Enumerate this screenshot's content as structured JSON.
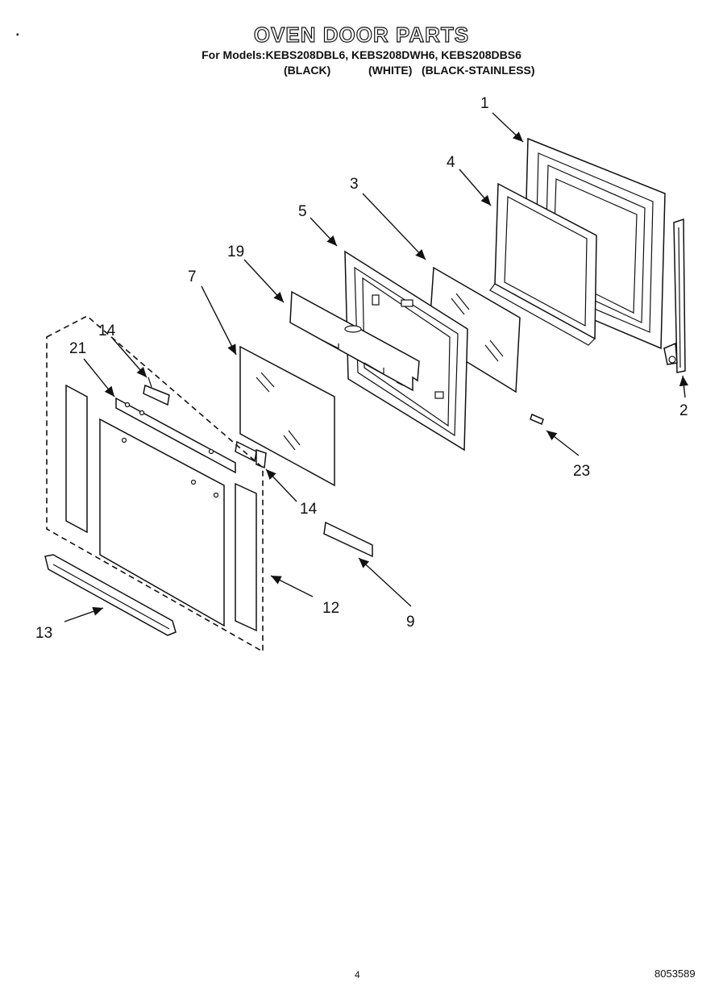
{
  "header": {
    "title": "OVEN DOOR PARTS",
    "models_line": "For Models:KEBS208DBL6, KEBS208DWH6, KEBS208DBS6",
    "color_black": "(BLACK)",
    "color_white": "(WHITE)",
    "color_black_stainless": "(BLACK-STAINLESS)"
  },
  "callouts": {
    "c1": "1",
    "c2": "2",
    "c3": "3",
    "c4": "4",
    "c5": "5",
    "c7": "7",
    "c9": "9",
    "c12": "12",
    "c13": "13",
    "c14a": "14",
    "c14b": "14",
    "c19": "19",
    "c21": "21",
    "c23": "23"
  },
  "footer": {
    "page_number": "4",
    "document_number": "8053589"
  }
}
